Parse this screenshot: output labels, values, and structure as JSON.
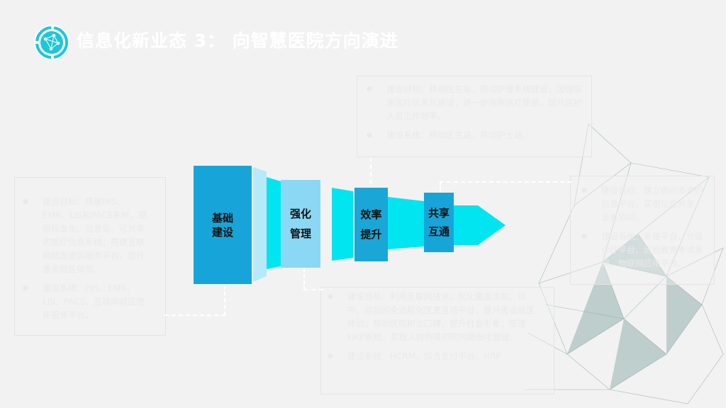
{
  "title": "信息化新业态 3： 向智慧医院方向演进",
  "stages": [
    {
      "line1": "基础",
      "line2": "建设"
    },
    {
      "line1": "强化",
      "line2": "管理"
    },
    {
      "line1": "效率",
      "line2": "提升"
    },
    {
      "line1": "共享",
      "line2": "互通"
    }
  ],
  "cards": {
    "left": {
      "goal": "建设目标：搭建HIS、EMR、LIS和PACS系统，提供标准化、信息化、可共享的医疗信息系统；搭建互联网就医便民服务平台，提升患者就医体验。",
      "system": "建设系统：HIS、EMR、LIS、PACS、互联网就医便民服务平台。"
    },
    "top": {
      "goal": "建设目标：移动医生站、移动护理系统建设，加强临床医疗信息化建设，进一步保障医疗质量，提升医护人员工作效率。",
      "system": "建设系统：移动医生站、移动护士站。"
    },
    "bottom": {
      "goal": "建设目标：利用互联网技术，优化覆盖诊前、诊中、诊后的全流程化医患互动平台，提升患者就医体验；帮助医院树立口碑，提升社会形象；搭建HRP系统，实现人财物等的院内精细化管理。",
      "system": "建设系统：HCRM、综合支付平台、HRP"
    },
    "right": {
      "goal": "建设目标：建立面向多方的信息平台，实现信息共享、业务协同。",
      "system": "建设系统：外链平台、分级诊疗平台、远程教育考试系统、物联网应用平台。"
    }
  },
  "colors": {
    "stage1": "#17a5d9",
    "stage2": "#7ed9f5",
    "stage3": "#1aa6d6",
    "stage4": "#17a5d9",
    "cyan": "#00e5f0",
    "logo": "#1cc7d9"
  }
}
